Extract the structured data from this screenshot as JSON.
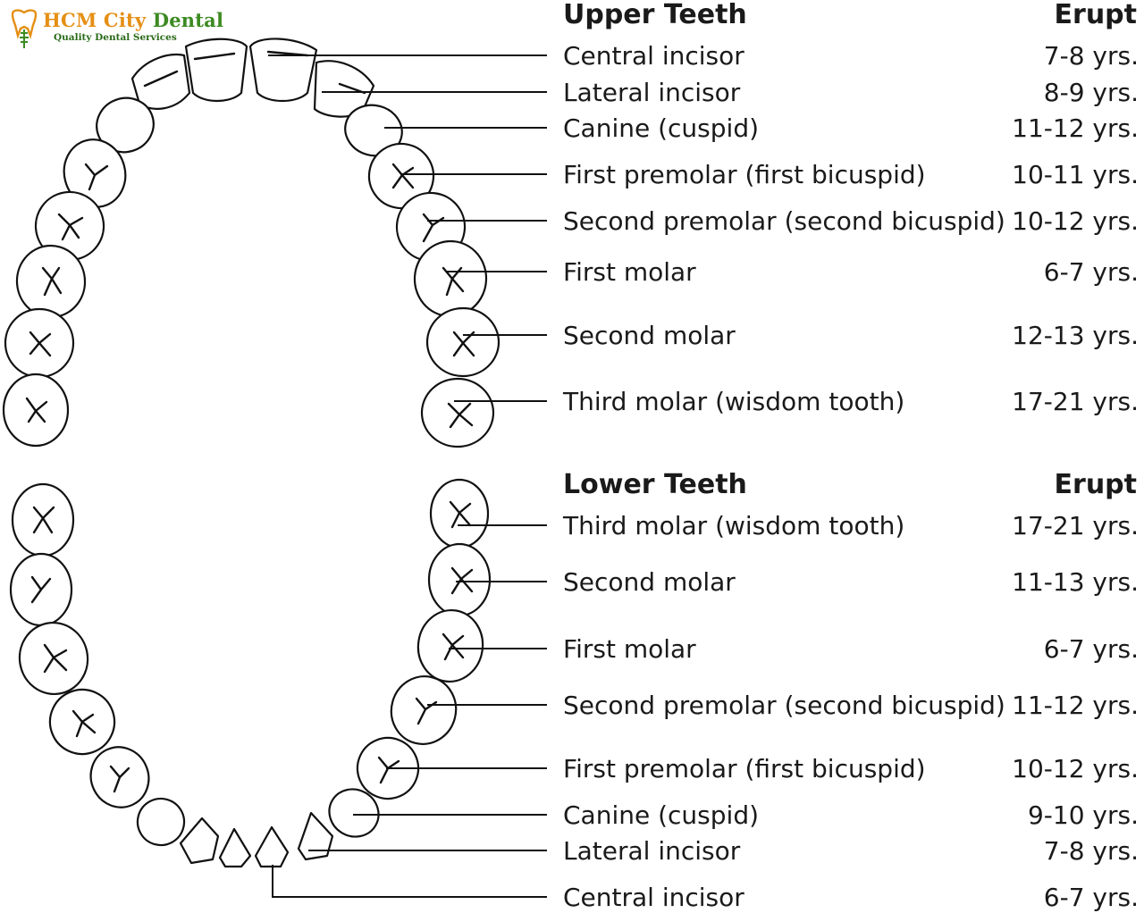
{
  "logo": {
    "name_part1": "HCM City",
    "name_part2": "Dental",
    "tagline": "Quality Dental Services",
    "colors": {
      "orange": "#e58f14",
      "green": "#3c8a22"
    },
    "icon": "tooth-icon"
  },
  "upper": {
    "title": "Upper Teeth",
    "erupt_header": "Erupt",
    "rows": [
      {
        "name": "Central incisor",
        "age": "7-8 yrs."
      },
      {
        "name": "Lateral incisor",
        "age": "8-9 yrs."
      },
      {
        "name": "Canine (cuspid)",
        "age": "11-12 yrs."
      },
      {
        "name": "First premolar (first bicuspid)",
        "age": "10-11 yrs."
      },
      {
        "name": "Second premolar (second bicuspid)",
        "age": "10-12 yrs."
      },
      {
        "name": "First molar",
        "age": "6-7 yrs."
      },
      {
        "name": "Second molar",
        "age": "12-13 yrs."
      },
      {
        "name": "Third molar (wisdom tooth)",
        "age": "17-21 yrs."
      }
    ]
  },
  "lower": {
    "title": "Lower Teeth",
    "erupt_header": "Erupt",
    "rows": [
      {
        "name": "Third molar (wisdom tooth)",
        "age": "17-21 yrs."
      },
      {
        "name": "Second molar",
        "age": "11-13 yrs."
      },
      {
        "name": "First molar",
        "age": "6-7 yrs."
      },
      {
        "name": "Second premolar (second bicuspid)",
        "age": "11-12 yrs."
      },
      {
        "name": "First premolar (first bicuspid)",
        "age": "10-12 yrs."
      },
      {
        "name": "Canine (cuspid)",
        "age": "9-10 yrs."
      },
      {
        "name": "Lateral incisor",
        "age": "7-8 yrs."
      },
      {
        "name": "Central incisor",
        "age": "6-7 yrs."
      }
    ]
  }
}
